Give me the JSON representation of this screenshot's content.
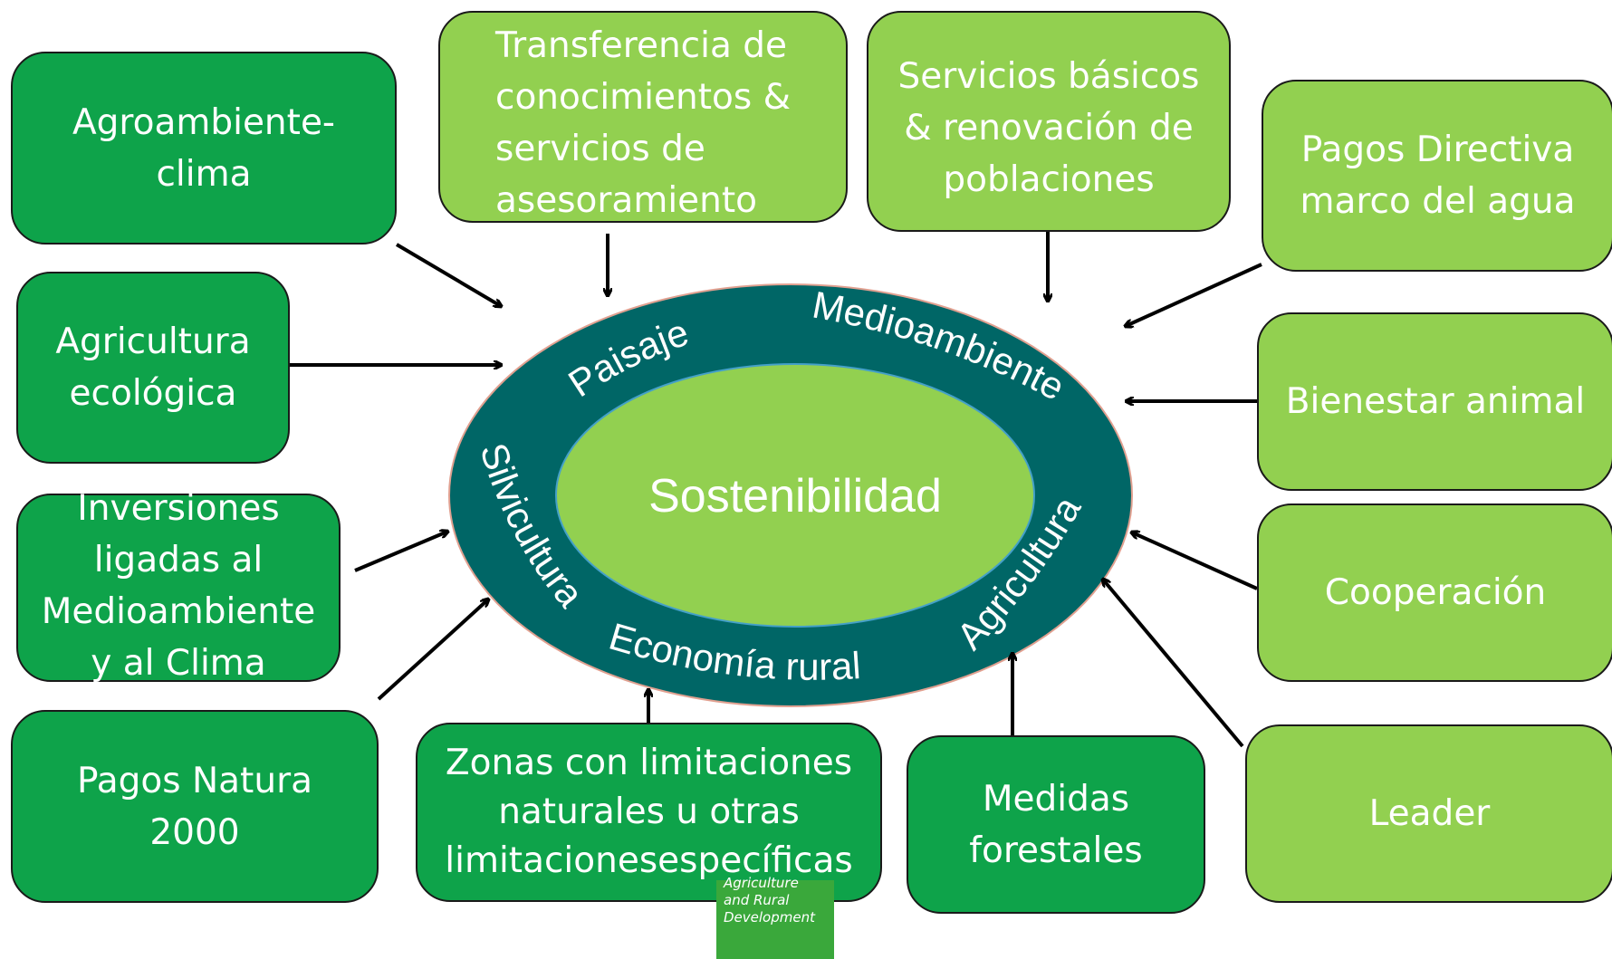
{
  "center": {
    "label": "Sostenibilidad",
    "ring_labels": {
      "paisaje": "Paisaje",
      "medioambiente": "Medioambiente",
      "silvicultura": "Silvicultura",
      "agricultura": "Agricultura",
      "economia_rural": "Economía rural"
    }
  },
  "boxes": {
    "agroambiente": "Agroambiente-\nclima",
    "transferencia": "Transferencia de\nconocimientos &\nservicios de\nasesoramiento",
    "servicios": "Servicios básicos\n& renovación de\npoblaciones",
    "pagos_agua": "Pagos Directiva\nmarco del agua",
    "agricultura_ecologica": "Agricultura\necológica",
    "bienestar": "Bienestar animal",
    "inversiones": "Inversiones\nligadas al\nMedioambiente\ny al Clima",
    "cooperacion": "Cooperación",
    "natura": "Pagos Natura\n2000",
    "zonas": "Zonas con limitaciones\nnaturales u otras\nlimitacionesespecíficas",
    "forestales": "Medidas\nforestales",
    "leader": "Leader"
  },
  "footer": {
    "line1": "Agriculture",
    "line2": "and Rural",
    "line3": "Development"
  },
  "colors": {
    "dark_green": "#0ea34a",
    "light_green": "#92d050",
    "ring": "#006666",
    "arrow": "#000000"
  }
}
